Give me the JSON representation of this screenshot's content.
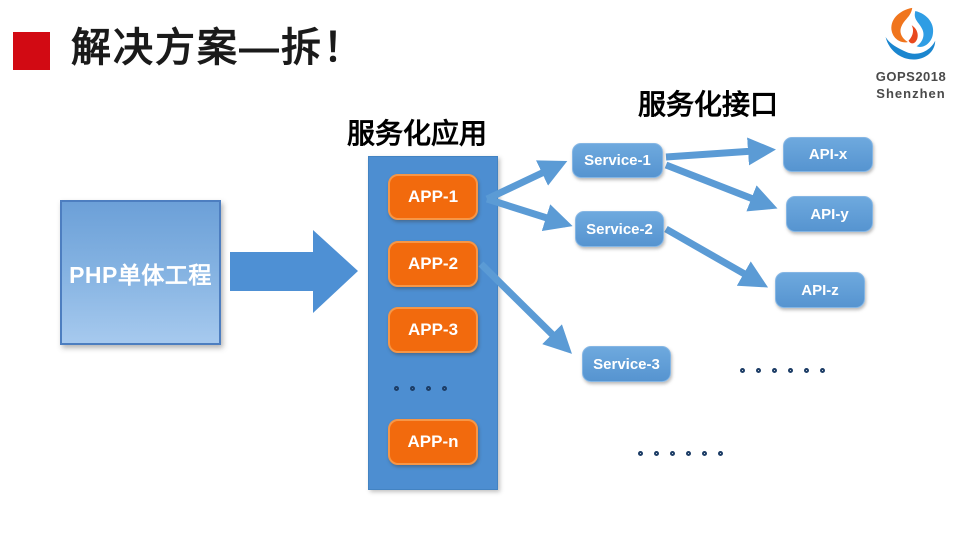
{
  "slide": {
    "title": "解决方案—拆！"
  },
  "logo": {
    "line1": "GOPS2018",
    "line2": "Shenzhen"
  },
  "groups": {
    "apps_label": "服务化应用",
    "services_label": "服务化接口"
  },
  "monolith": {
    "label": "PHP单体工程"
  },
  "apps": [
    {
      "label": "APP-1"
    },
    {
      "label": "APP-2"
    },
    {
      "label": "APP-3"
    },
    {
      "label": "APP-n"
    }
  ],
  "services": [
    {
      "label": "Service-1"
    },
    {
      "label": "Service-2"
    },
    {
      "label": "Service-3"
    }
  ],
  "apis": [
    {
      "label": "API-x"
    },
    {
      "label": "API-y"
    },
    {
      "label": "API-z"
    }
  ],
  "connections": [
    {
      "from": "PHP单体工程",
      "to": "服务化应用"
    },
    {
      "from": "APP-1",
      "to": "Service-1"
    },
    {
      "from": "APP-1",
      "to": "Service-2"
    },
    {
      "from": "APP-2",
      "to": "Service-3"
    },
    {
      "from": "Service-1",
      "to": "API-x"
    },
    {
      "from": "Service-1",
      "to": "API-y"
    },
    {
      "from": "Service-2",
      "to": "API-z"
    }
  ],
  "colors": {
    "accent_red": "#d20a13",
    "primary_blue": "#5b9bd5",
    "column_blue": "#4d8ed1",
    "app_orange": "#f26a0d"
  }
}
